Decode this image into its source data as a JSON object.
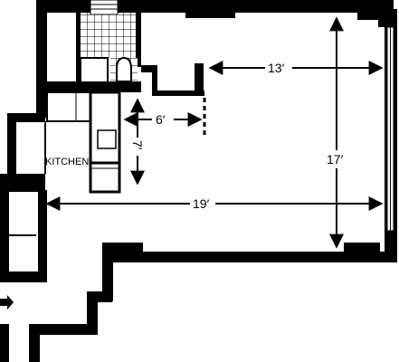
{
  "plan": {
    "rooms": {
      "kitchen": "KITCHEN"
    },
    "dimensions": {
      "width_upper": "13′",
      "width_kitchen_area": "6′",
      "kitchen_depth": "7′",
      "height_main": "17′",
      "width_total": "19′"
    }
  }
}
